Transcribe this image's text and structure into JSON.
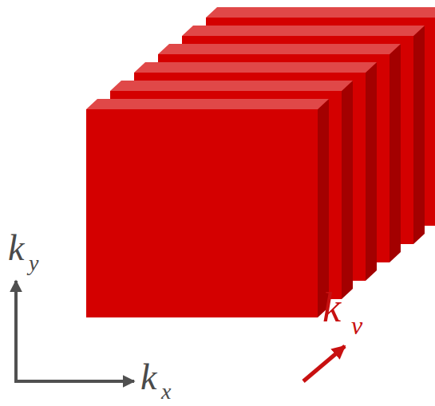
{
  "diagram": {
    "labels": [
      "k",
      "y",
      "k",
      "x",
      "k",
      "v"
    ]
  }
}
